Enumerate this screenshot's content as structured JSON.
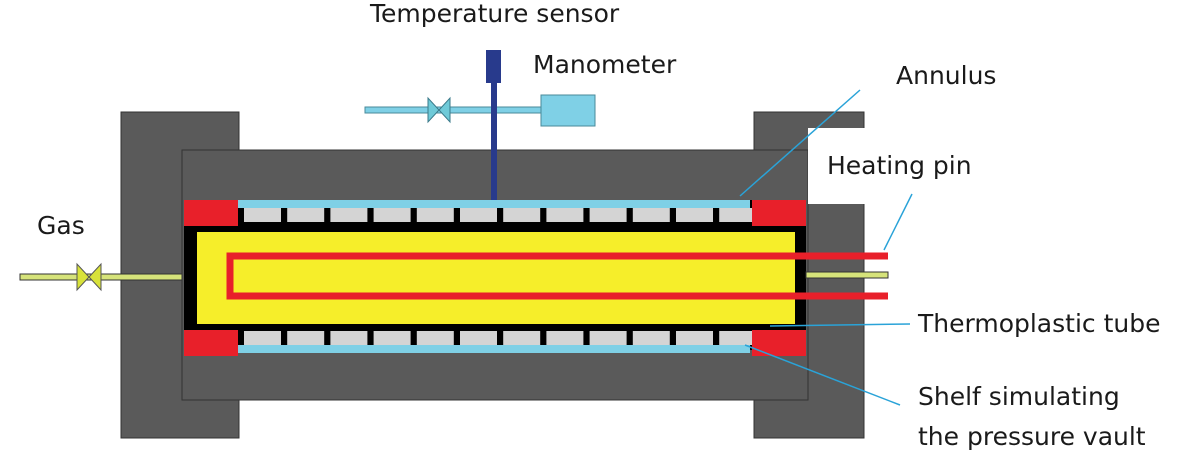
{
  "labels": {
    "temperature_sensor": "Temperature sensor",
    "manometer": "Manometer",
    "annulus": "Annulus",
    "heating_pin": "Heating pin",
    "gas": "Gas",
    "thermoplastic_tube": "Thermoplastic tube",
    "shelf_line1": "Shelf simulating",
    "shelf_line2": "the pressure vault"
  },
  "colors": {
    "housing": "#5a5a5a",
    "housing_stroke": "#333333",
    "seal": "#e8202a",
    "tube": "#f6ee2a",
    "shelf": "#7fd0e6",
    "shelf_block": "#d4d4d4",
    "sensor": "#283a8c",
    "manometer": "#7fd0e6",
    "gas_pipe": "#d6e37a",
    "valve_gas": "#d8e23a",
    "valve_manometer": "#6fcad8",
    "heating_pin": "#e8202a",
    "leader": "#2aa3d8"
  }
}
